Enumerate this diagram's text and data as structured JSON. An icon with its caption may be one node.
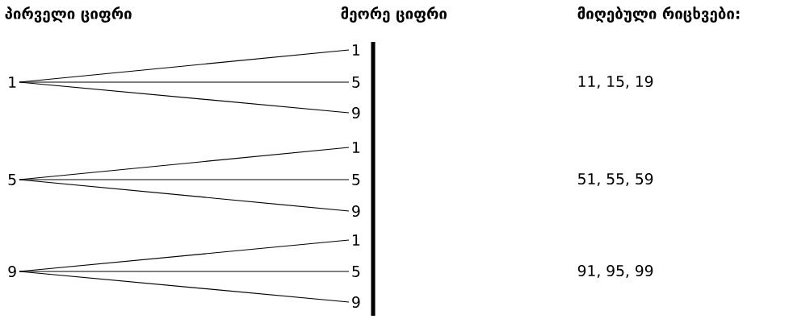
{
  "diagram": {
    "nodes": [
      {
        "text": [
          "1"
        ]
      },
      {
        "text": [
          "1"
        ]
      },
      {
        "text": [
          "5"
        ]
      },
      {
        "text": [
          "9"
        ]
      },
      {
        "text": [
          "5"
        ]
      },
      {
        "text": [
          "1"
        ]
      },
      {
        "text": [
          "5"
        ]
      },
      {
        "text": [
          "9"
        ]
      },
      {
        "text": [
          "9"
        ]
      },
      {
        "text": [
          "1"
        ]
      },
      {
        "text": [
          "5"
        ]
      },
      {
        "text": [
          "9"
        ]
      }
    ],
    "edges": [
      {
        "from": 0,
        "to": 1,
        "arrow": "none"
      },
      {
        "from": 0,
        "to": 2,
        "arrow": "none"
      },
      {
        "from": 0,
        "to": 3,
        "arrow": "none"
      },
      {
        "from": 4,
        "to": 5,
        "arrow": "none"
      },
      {
        "from": 4,
        "to": 6,
        "arrow": "none"
      },
      {
        "from": 4,
        "to": 7,
        "arrow": "none"
      },
      {
        "from": 8,
        "to": 9,
        "arrow": "none"
      },
      {
        "from": 8,
        "to": 10,
        "arrow": "none"
      },
      {
        "from": 8,
        "to": 11,
        "arrow": "none"
      }
    ],
    "labels": [
      "პირველი ციფრი",
      "მეორე ციფრი",
      "მიღებული რიცხვები:",
      "11, 15, 19",
      "51, 55, 59",
      "91, 95, 99"
    ]
  }
}
